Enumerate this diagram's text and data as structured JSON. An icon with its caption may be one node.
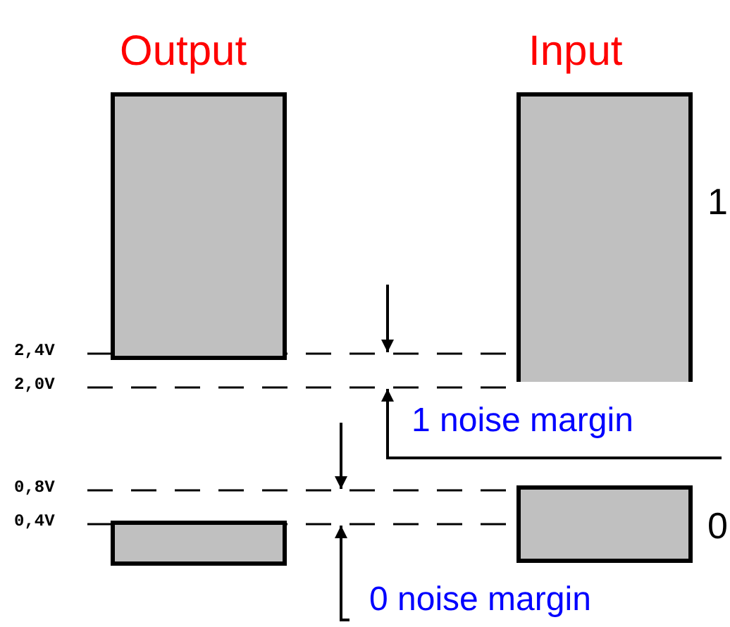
{
  "diagram": {
    "nodes": [
      {
        "text": [],
        "shape": "bar"
      },
      {
        "text": [],
        "shape": "bar"
      },
      {
        "text": [],
        "shape": "bar"
      },
      {
        "text": [],
        "shape": "bar"
      }
    ],
    "labels": [
      "Output",
      "Input",
      "1",
      "2,4V",
      "2,0V",
      "1 noise margin",
      "0,8V",
      "0,4V",
      "0",
      "0 noise margin"
    ]
  }
}
